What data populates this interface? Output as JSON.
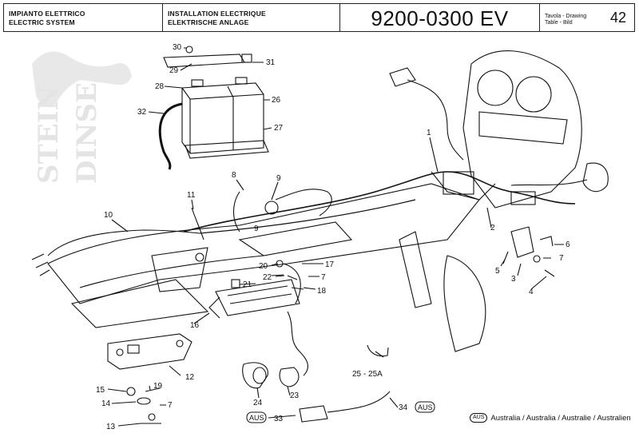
{
  "header": {
    "left_line1": "IMPIANTO ELETTRICO",
    "left_line2": "ELECTRIC SYSTEM",
    "mid_line1": "INSTALLATION ELECTRIQUE",
    "mid_line2": "ELEKTRISCHE ANLAGE",
    "code": "9200-0300 EV",
    "tav_line1": "Tavola - Drawing",
    "tav_line2": "Table - Bild",
    "page_number": "42"
  },
  "watermark": {
    "line1": "STEIN",
    "line2": "DINSE"
  },
  "callouts": [
    "30",
    "29",
    "31",
    "28",
    "26",
    "32",
    "27",
    "1",
    "8",
    "9",
    "11",
    "10",
    "9",
    "2",
    "6",
    "5",
    "7",
    "3",
    "4",
    "20",
    "17",
    "22",
    "7",
    "21",
    "18",
    "16",
    "12",
    "15",
    "19",
    "14",
    "7",
    "13",
    "24",
    "23",
    "25 - 25A",
    "33",
    "34"
  ],
  "aus_badge": "AUS",
  "footer": {
    "badge": "AUS",
    "text": "Australia / Australia / Australie / Australien"
  }
}
